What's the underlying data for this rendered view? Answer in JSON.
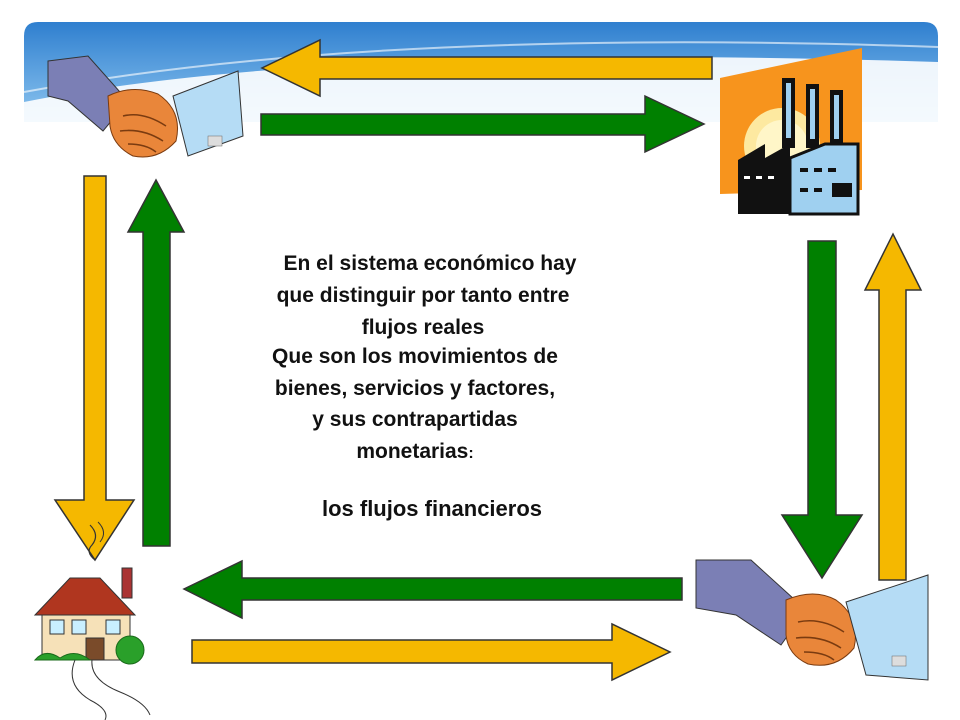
{
  "text": {
    "line1": "En el sistema económico hay",
    "line2": "que distinguir por tanto entre",
    "line3": "flujos reales",
    "line4": "Que son los movimientos de",
    "line5": "bienes, servicios y factores,",
    "line6": "y sus contrapartidas",
    "line7": "monetarias",
    "line7_suffix": ":",
    "line8": "los flujos financieros"
  },
  "colors": {
    "real_flow": "#008000",
    "financial_flow": "#f5b800",
    "banner": "#3a8fd6"
  },
  "icons": {
    "top_left": "handshake-icon",
    "top_right": "factory-icon",
    "bottom_left": "house-icon",
    "bottom_right": "handshake-icon"
  }
}
